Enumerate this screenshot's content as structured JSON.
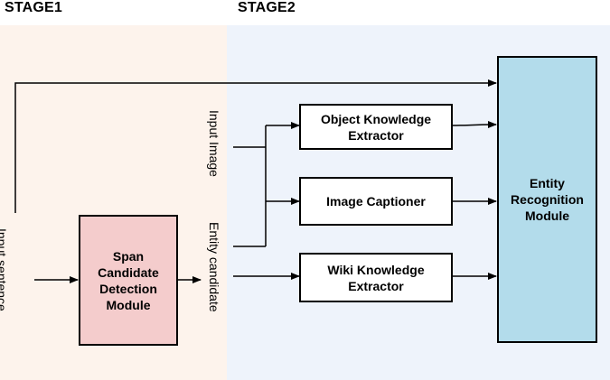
{
  "stages": {
    "stage1": "STAGE1",
    "stage2": "STAGE2"
  },
  "colors": {
    "stage1_bg": "#fdf3ec",
    "stage2_bg": "#eef3fb",
    "span_box": "#f4cccc",
    "entity_box": "#b3dceb",
    "line": "#000000"
  },
  "labels": {
    "input_sentence": "Input sentence",
    "input_image": "Input Image",
    "entity_candidate": "Entity candidate"
  },
  "boxes": {
    "span_detection": "Span Candidate Detection Module",
    "object_extractor": "Object Knowledge Extractor",
    "image_captioner": "Image Captioner",
    "wiki_extractor": "Wiki Knowledge Extractor",
    "entity_recognition": "Entity Recognition Module"
  }
}
